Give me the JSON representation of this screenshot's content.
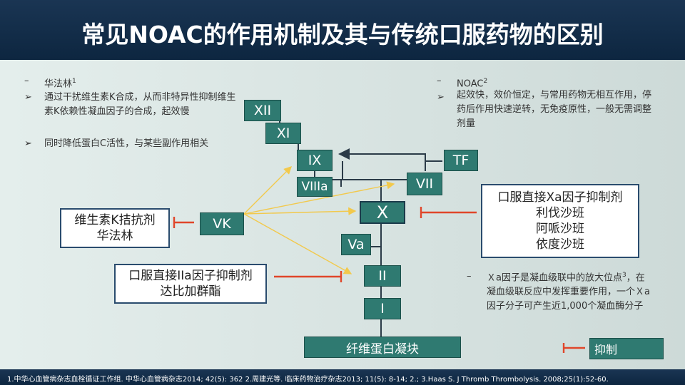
{
  "title": "常见NOAC的作用机制及其与传统口服药物的区别",
  "left_notes": {
    "heading": "华法林",
    "heading_sup": "1",
    "bullets": [
      "通过干扰维生素K合成，从而非特异性抑制维生素K依赖性凝血因子的合成，起效慢",
      "同时降低蛋白C活性，与某些副作用相关"
    ]
  },
  "right_notes": {
    "heading": "NOAC",
    "heading_sup": "2",
    "bullets": [
      "起效快，效价恒定，与常用药物无相互作用，停药后作用快速逆转，无免疫原性，一般无需调整剂量"
    ]
  },
  "xa_note": {
    "text": "Ｘa因子是凝血级联中的放大位点",
    "sup": "3",
    "text2": "，在凝血级联反应中发挥重要作用，一个Ｘa因子分子可产生近1,000个凝血酶分子"
  },
  "nodes": {
    "xii": "XII",
    "xi": "XI",
    "ix": "IX",
    "tf": "TF",
    "vii": "VII",
    "viiia": "VIIIa",
    "x": "X",
    "vk": "VK",
    "va": "Va",
    "ii": "II",
    "i": "I",
    "fibrin": "纤维蛋白凝块",
    "inhibit_legend": "抑制"
  },
  "boxes": {
    "vk_antagonist": [
      "维生素K拮抗剂",
      "华法林"
    ],
    "iia_inhibitor": [
      "口服直接IIa因子抑制剂",
      "达比加群酯"
    ],
    "xa_inhibitor": [
      "口服直接Xa因子抑制剂",
      "利伐沙班",
      "阿哌沙班",
      "依度沙班"
    ]
  },
  "footnote": "1.中华心血管病杂志血栓循证工作组. 中华心血管病杂志2014; 42(5): 362 2.周建光等. 临床药物治疗杂志2013; 11(5): 8-14; 2.; 3.Haas S. J Thromb Thrombolysis. 2008;25(1):52-60.",
  "colors": {
    "node": "#2f7a71",
    "inhibit": "#e0462a",
    "arrow_yellow": "#f2c94c",
    "box_border": "#2a4c6e"
  }
}
